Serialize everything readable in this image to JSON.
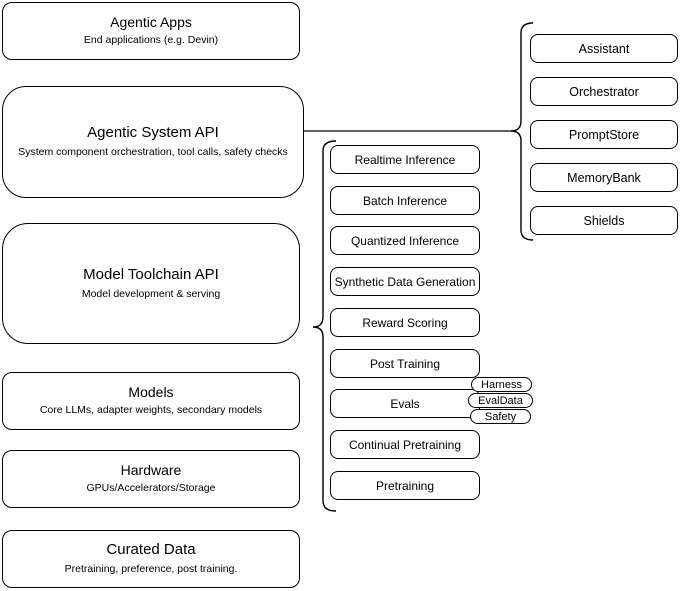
{
  "stack": [
    {
      "title": "Agentic Apps",
      "subtitle": "End applications (e.g. Devin)"
    },
    {
      "title": "Agentic System API",
      "subtitle": "System component orchestration, tool calls, safety checks"
    },
    {
      "title": "Model Toolchain API",
      "subtitle": "Model development & serving"
    },
    {
      "title": "Models",
      "subtitle": "Core LLMs, adapter weights, secondary models"
    },
    {
      "title": "Hardware",
      "subtitle": "GPUs/Accelerators/Storage"
    },
    {
      "title": "Curated Data",
      "subtitle": "Pretraining, preference, post training."
    }
  ],
  "toolchain": {
    "items": [
      "Realtime Inference",
      "Batch Inference",
      "Quantized Inference",
      "Synthetic Data Generation",
      "Reward Scoring",
      "Post Training",
      "Evals",
      "Continual Pretraining",
      "Pretraining"
    ]
  },
  "evals_tags": [
    "Harness",
    "EvalData",
    "Safety"
  ],
  "system": {
    "items": [
      "Assistant",
      "Orchestrator",
      "PromptStore",
      "MemoryBank",
      "Shields"
    ]
  },
  "colors": {
    "stroke": "#000000",
    "fill": "#ffffff",
    "background": "#ffffff"
  }
}
